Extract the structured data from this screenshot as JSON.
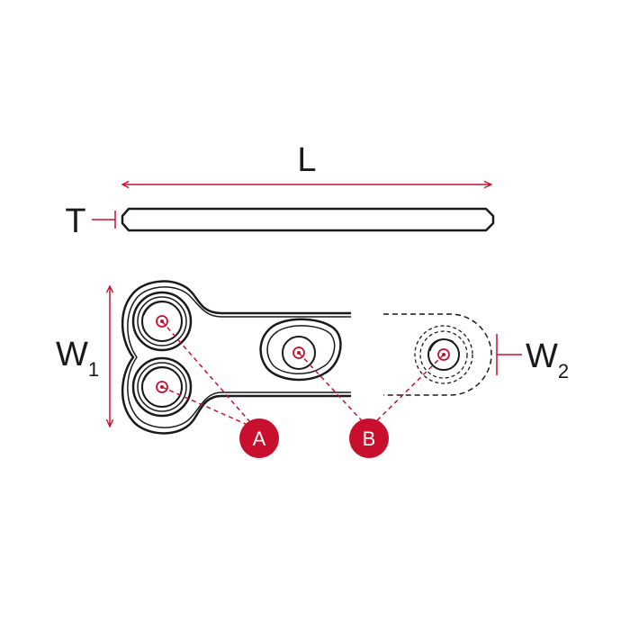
{
  "labels": {
    "length": "L",
    "thickness": "T",
    "width1_main": "W",
    "width1_sub": "1",
    "width2_main": "W",
    "width2_sub": "2"
  },
  "callouts": {
    "a": "A",
    "b": "B"
  },
  "colors": {
    "outline": "#1a1a1a",
    "dimension": "#c8102e",
    "badge": "#c8102e",
    "badge_text": "#ffffff"
  }
}
